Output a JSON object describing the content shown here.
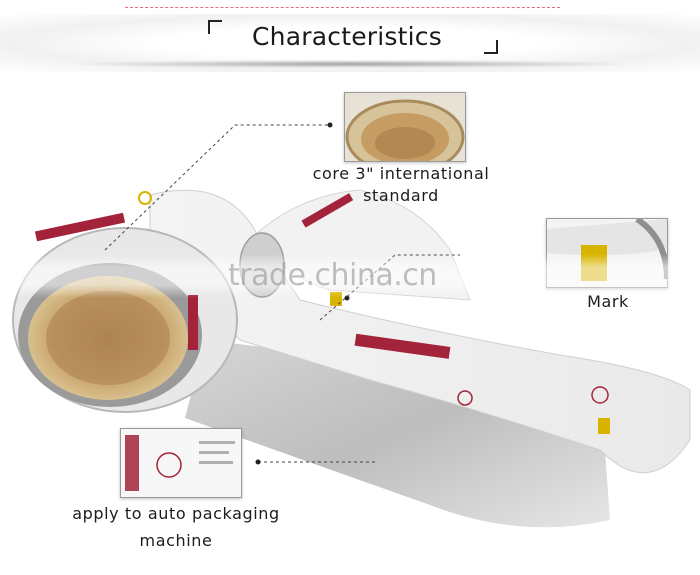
{
  "header": {
    "title": "Characteristics"
  },
  "callouts": {
    "core_label": "core 3\" international standard",
    "core_line1": "core 3\" international",
    "core_line2": "standard",
    "mark_label": "Mark",
    "apply_line1": "apply to auto packaging",
    "apply_line2": "machine"
  },
  "watermark": "trade.china.cn",
  "colors": {
    "accent_dash": "#e2707e",
    "cardboard_core": "#c9a46c",
    "film": "#eeeeee",
    "print_red": "#a3243a",
    "print_yellow": "#d8b400"
  }
}
